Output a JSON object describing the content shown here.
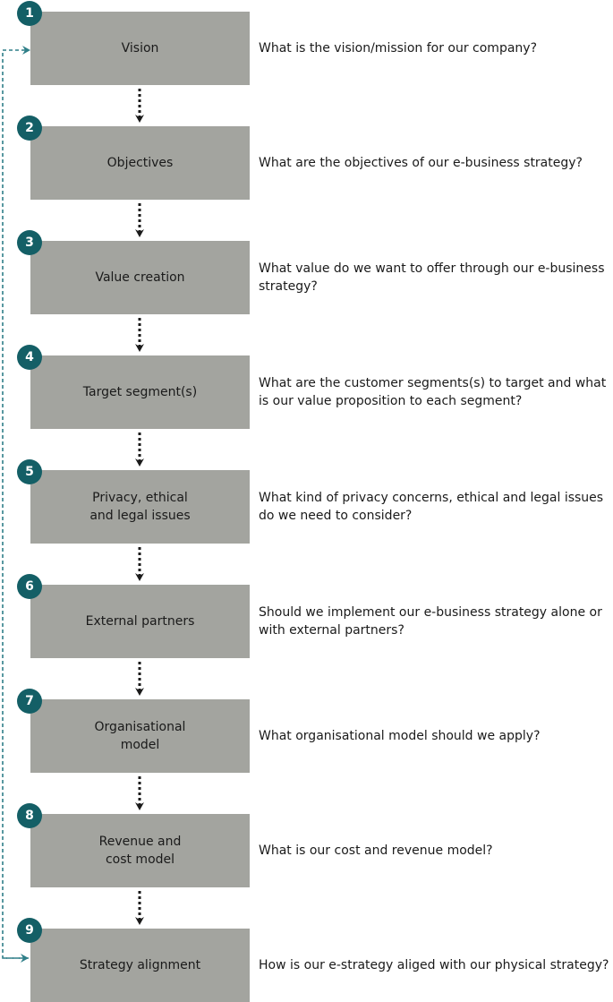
{
  "steps": [
    {
      "number": "1",
      "label": "Vision",
      "question": "What is the vision/mission for our company?"
    },
    {
      "number": "2",
      "label": "Objectives",
      "question": "What are the objectives of our e-business strategy?"
    },
    {
      "number": "3",
      "label": "Value creation",
      "question": "What value do we want to offer through our e-business strategy?"
    },
    {
      "number": "4",
      "label": "Target segment(s)",
      "question": "What are the customer segments(s) to target and what is our value proposition to each segment?"
    },
    {
      "number": "5",
      "label": "Privacy, ethical\nand legal issues",
      "question": "What kind of privacy concerns, ethical and legal issues do we need to consider?"
    },
    {
      "number": "6",
      "label": "External partners",
      "question": "Should we implement our e-business strategy alone or with external partners?"
    },
    {
      "number": "7",
      "label": "Organisational\nmodel",
      "question": "What organisational model should we apply?"
    },
    {
      "number": "8",
      "label": "Revenue and\ncost model",
      "question": "What is our cost and revenue model?"
    },
    {
      "number": "9",
      "label": "Strategy alignment",
      "question": "How is our e-strategy aliged with our physical strategy?"
    }
  ],
  "colors": {
    "box": "#a3a49f",
    "badge": "#145f66",
    "arrow": "#1a1a1a",
    "loop": "#2f7f88"
  }
}
